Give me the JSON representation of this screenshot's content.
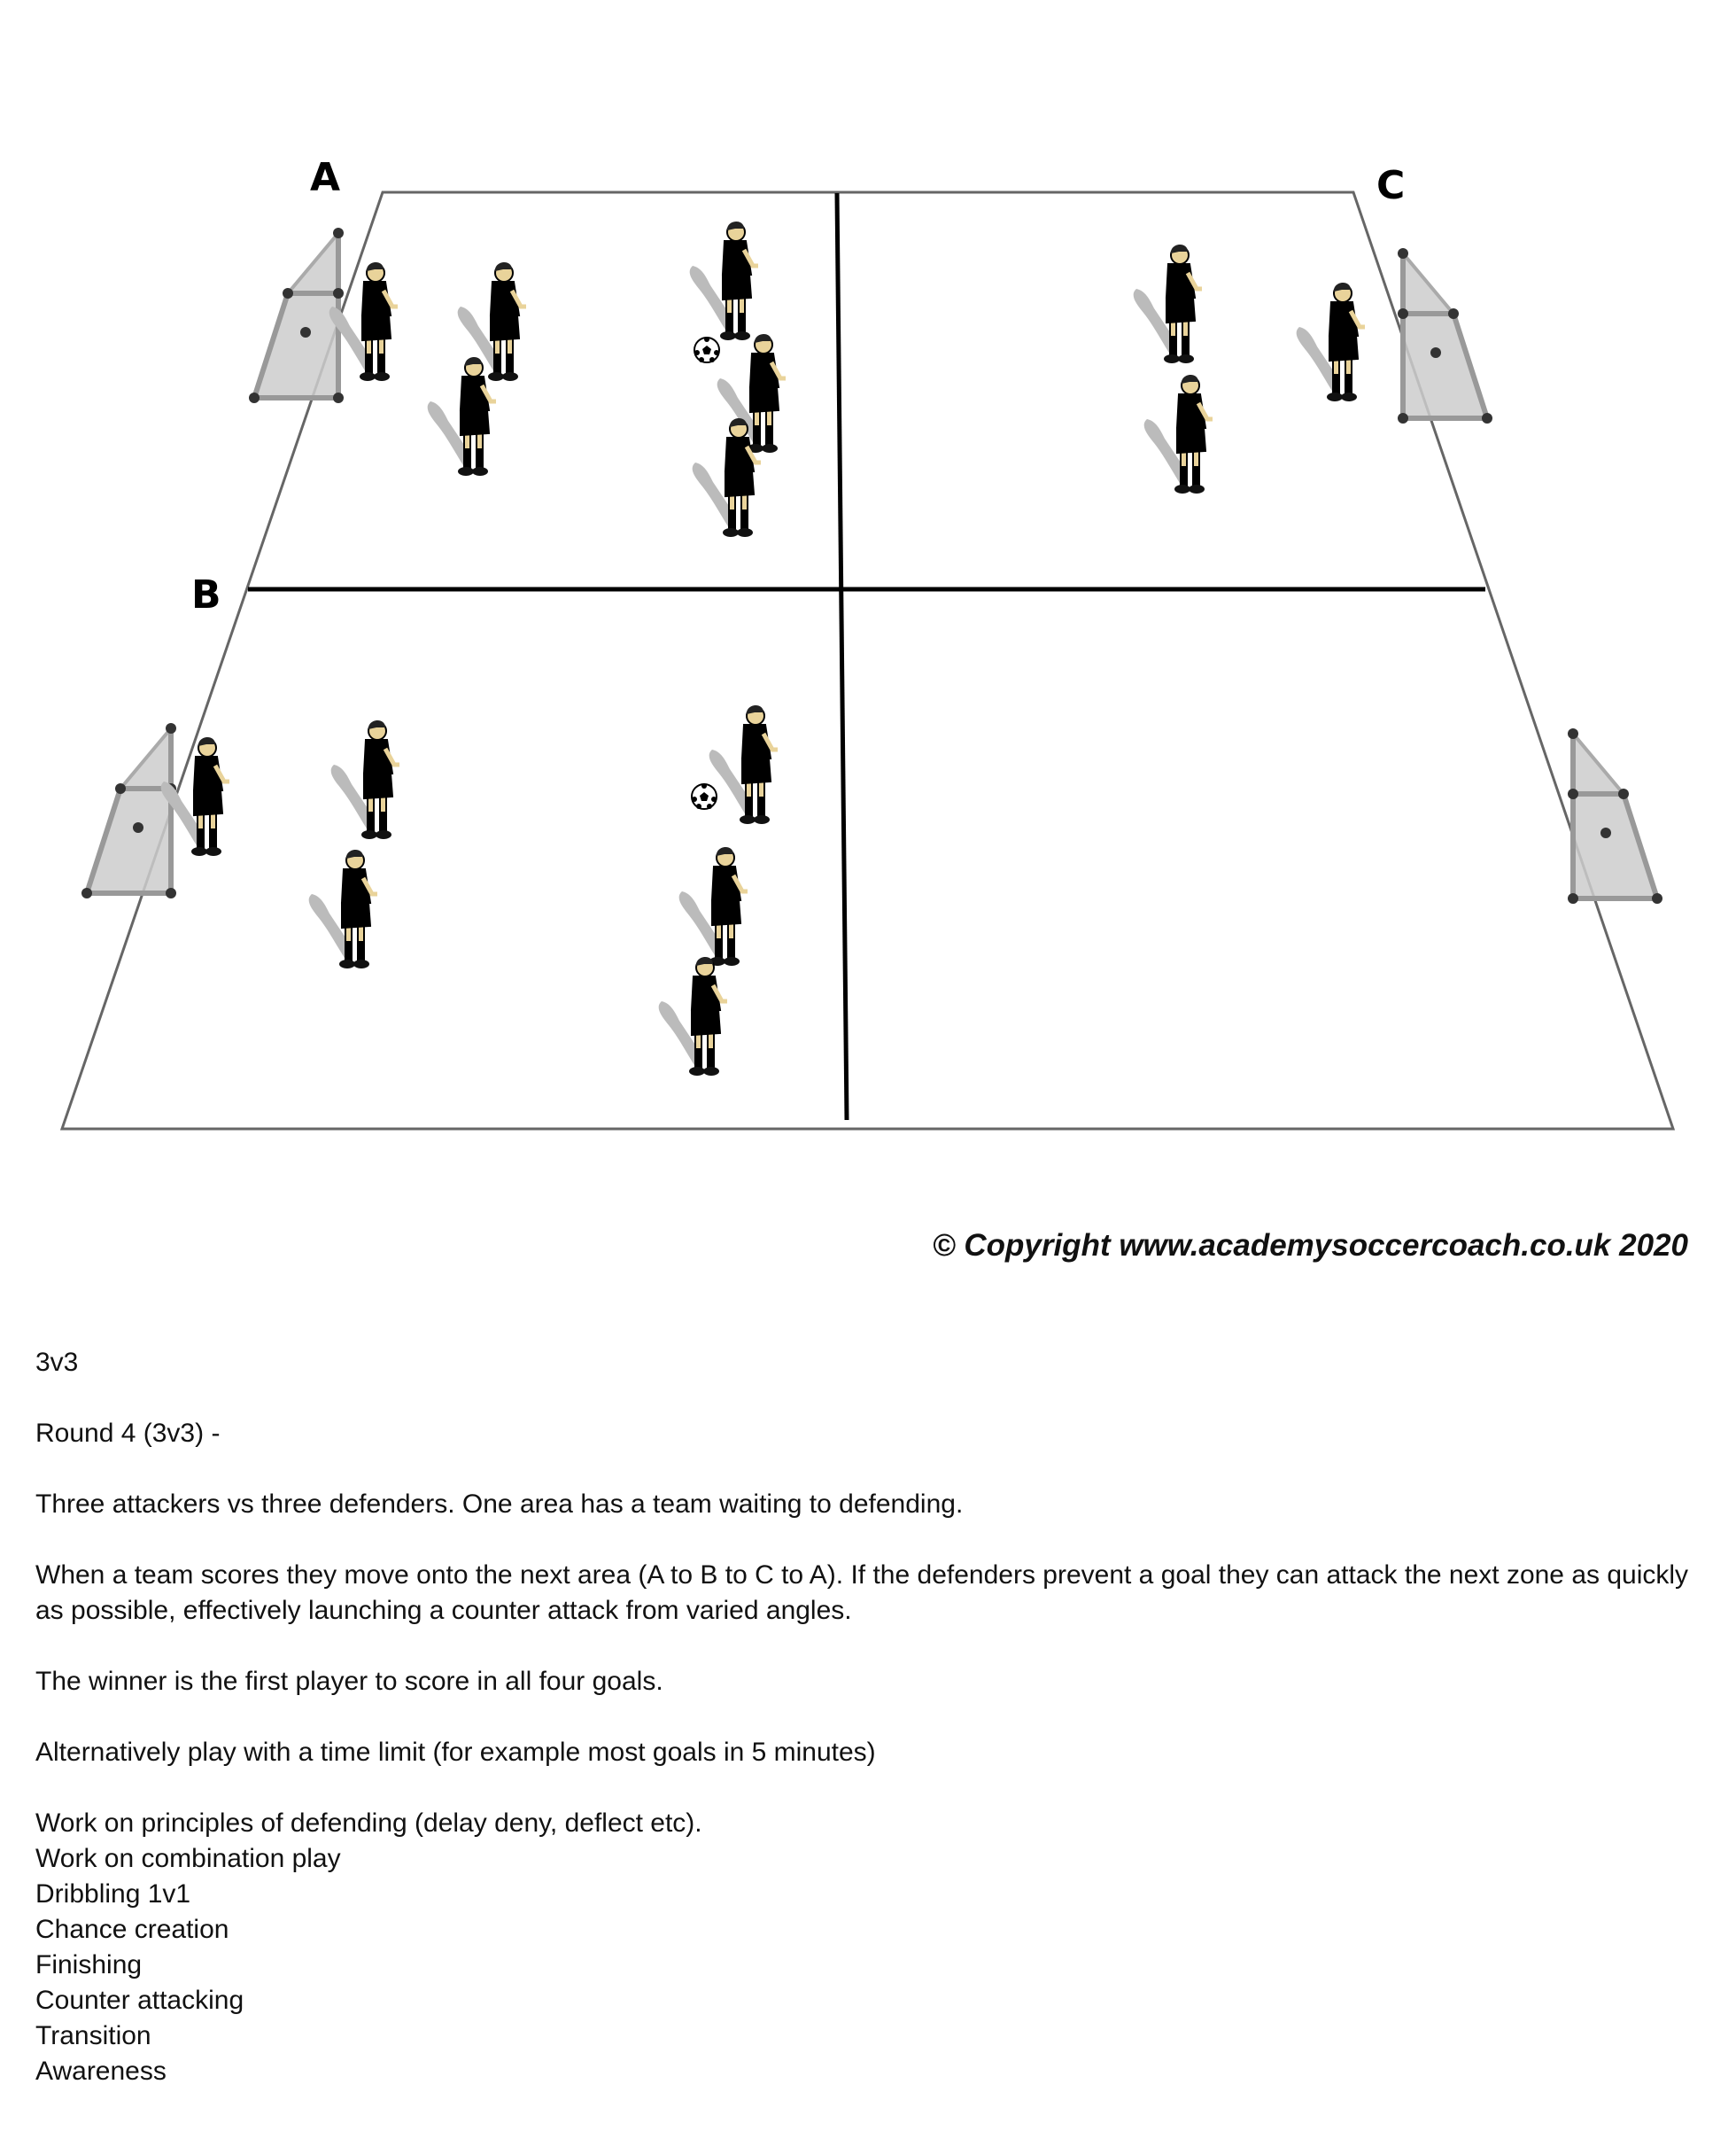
{
  "diagram": {
    "zone_labels": {
      "a": "A",
      "b": "B",
      "c": "C"
    },
    "colors": {
      "orange_team": "#f26a1b",
      "white_team": "#ffffff",
      "goalkeeper_black": "#333333",
      "goalkeeper_green": "#3aa03a",
      "pitch_line": "#666666",
      "divider": "#000000"
    }
  },
  "copyright": "© Copyright www.academysoccercoach.co.uk 2020",
  "description": {
    "title": "3v3",
    "round": "Round 4 (3v3) -",
    "paragraphs": [
      "Three attackers vs three defenders. One area has a team waiting to defending.",
      "When a team scores they move onto the next area (A to B to C to A). If the defenders prevent a goal they can attack the next zone as quickly as possible, effectively launching a counter attack from varied angles.",
      "The winner is the first player to score in all four goals.",
      "Alternatively play with a time limit (for example most goals in 5 minutes)"
    ],
    "focus_points": [
      "Work on principles of defending (delay deny, deflect etc).",
      "Work on combination play",
      "Dribbling 1v1",
      "Chance creation",
      "Finishing",
      "Counter attacking",
      "Transition",
      "Awareness"
    ]
  }
}
